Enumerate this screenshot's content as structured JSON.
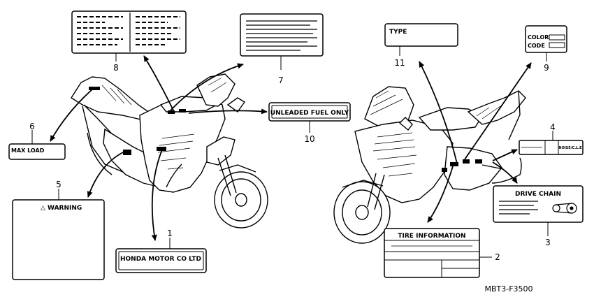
{
  "callouts": {
    "c1": "1",
    "c2": "2",
    "c3": "3",
    "c4": "4",
    "c5": "5",
    "c6": "6",
    "c7": "7",
    "c8": "8",
    "c9": "9",
    "c10": "10",
    "c11": "11"
  },
  "labels": {
    "honda": "HONDA MOTOR CO LTD",
    "tire": "TIRE INFORMATION",
    "drive_chain": "DRIVE CHAIN",
    "label4_small": "NOISE/C.L.E",
    "warning": "△ WARNING",
    "max_load": "MAX LOAD",
    "unleaded": "UNLEADED FUEL ONLY",
    "color": "COLOR",
    "code": "CODE",
    "type": "TYPE"
  },
  "diagram_code": "MBT3-F3500"
}
